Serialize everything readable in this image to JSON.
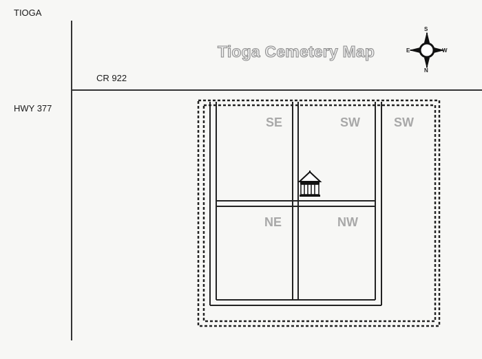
{
  "map": {
    "title": "Tioga Cemetery Map",
    "town_label": "TIOGA",
    "roads": {
      "county_road": "CR 922",
      "highway": "HWY 377"
    },
    "compass": {
      "top": "S",
      "bottom": "N",
      "left": "E",
      "right": "W"
    },
    "sections": {
      "top_left": "SE",
      "top_middle": "SW",
      "top_right": "SW",
      "bottom_left": "NE",
      "bottom_middle": "NW"
    },
    "icons": [
      "gazebo-icon",
      "compass-rose-icon"
    ]
  }
}
